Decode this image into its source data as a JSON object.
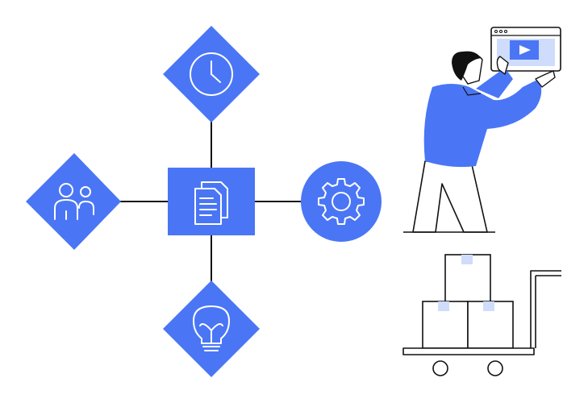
{
  "colors": {
    "accent": "#4a76f5",
    "light_accent": "#cfdcfb",
    "line": "#111111",
    "background": "#ffffff",
    "icon_stroke": "#ffffff"
  },
  "nodes": {
    "center": {
      "shape": "square",
      "icon": "document-icon"
    },
    "top": {
      "shape": "diamond",
      "icon": "clock-icon"
    },
    "left": {
      "shape": "diamond",
      "icon": "people-icon"
    },
    "bottom": {
      "shape": "diamond",
      "icon": "lightbulb-icon"
    },
    "right": {
      "shape": "circle",
      "icon": "gear-icon"
    }
  },
  "illustrations": {
    "person": {
      "icon": "play-button-icon",
      "description_icon": "video-window-icon"
    },
    "cart": {
      "icon": "hand-truck-icon",
      "boxes": 3
    }
  }
}
